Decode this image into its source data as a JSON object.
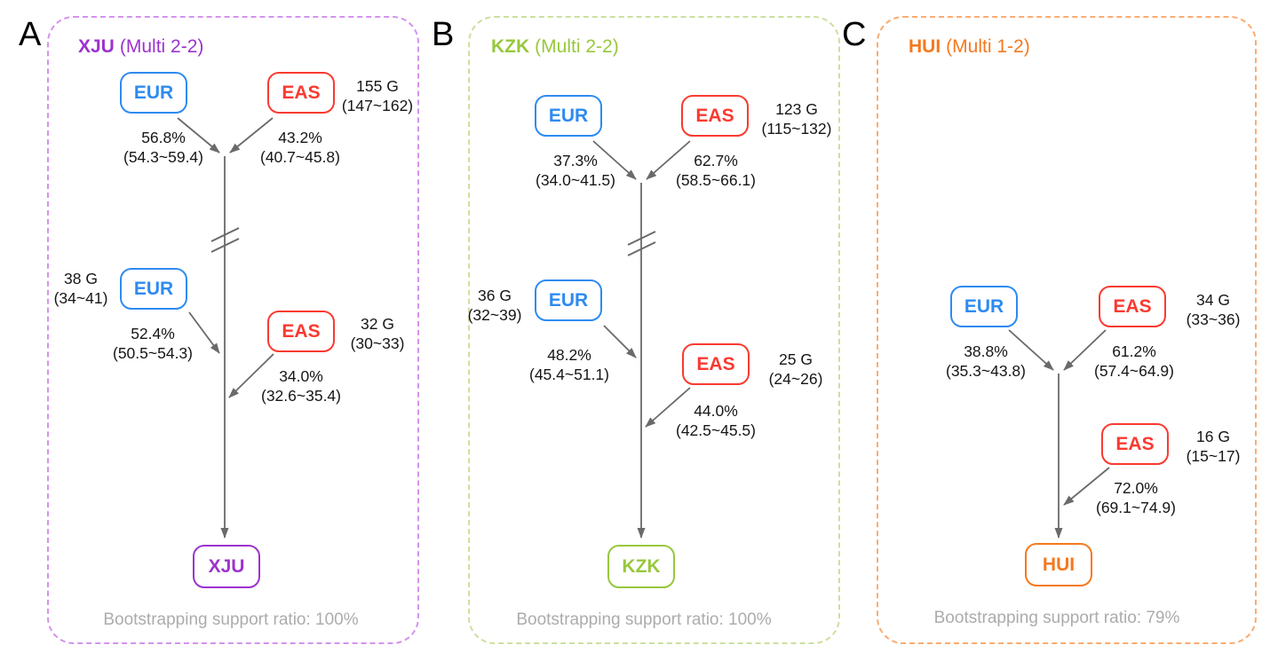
{
  "figure": {
    "colors": {
      "eur_node": "#2e8bf0",
      "eas_node": "#fa3a30",
      "xju_accent": "#9c33ce",
      "xju_panel_border": "#d492ee",
      "kzk_accent": "#97c83c",
      "kzk_panel_border": "#cce09e",
      "hui_accent": "#f5791e",
      "hui_panel_border": "#f9ac72",
      "arrow": "#6a6a6a",
      "footer_text": "#acacac"
    },
    "panels": [
      {
        "label": "A",
        "title": "XJU",
        "subtitle": "(Multi 2-2)",
        "footer": "Bootstrapping support ratio: 100%",
        "result": "XJU",
        "event1": {
          "time": "155 G",
          "time_ci": "(147~162)",
          "left_source": "EUR",
          "left_pct": "56.8%",
          "left_ci": "(54.3~59.4)",
          "right_source": "EAS",
          "right_pct": "43.2%",
          "right_ci": "(40.7~45.8)"
        },
        "event2_left": {
          "source": "EUR",
          "time": "38 G",
          "time_ci": "(34~41)",
          "pct": "52.4%",
          "ci": "(50.5~54.3)"
        },
        "event2_right": {
          "source": "EAS",
          "time": "32 G",
          "time_ci": "(30~33)",
          "pct": "34.0%",
          "ci": "(32.6~35.4)"
        }
      },
      {
        "label": "B",
        "title": "KZK",
        "subtitle": "(Multi 2-2)",
        "footer": "Bootstrapping support ratio: 100%",
        "result": "KZK",
        "event1": {
          "time": "123 G",
          "time_ci": "(115~132)",
          "left_source": "EUR",
          "left_pct": "37.3%",
          "left_ci": "(34.0~41.5)",
          "right_source": "EAS",
          "right_pct": "62.7%",
          "right_ci": "(58.5~66.1)"
        },
        "event2_left": {
          "source": "EUR",
          "time": "36 G",
          "time_ci": "(32~39)",
          "pct": "48.2%",
          "ci": "(45.4~51.1)"
        },
        "event2_right": {
          "source": "EAS",
          "time": "25 G",
          "time_ci": "(24~26)",
          "pct": "44.0%",
          "ci": "(42.5~45.5)"
        }
      },
      {
        "label": "C",
        "title": "HUI",
        "subtitle": "(Multi 1-2)",
        "footer": "Bootstrapping support ratio: 79%",
        "result": "HUI",
        "event1": {
          "time": "34 G",
          "time_ci": "(33~36)",
          "left_source": "EUR",
          "left_pct": "38.8%",
          "left_ci": "(35.3~43.8)",
          "right_source": "EAS",
          "right_pct": "61.2%",
          "right_ci": "(57.4~64.9)"
        },
        "event2_left": null,
        "event2_right": {
          "source": "EAS",
          "time": "16 G",
          "time_ci": "(15~17)",
          "pct": "72.0%",
          "ci": "(69.1~74.9)"
        }
      }
    ]
  }
}
